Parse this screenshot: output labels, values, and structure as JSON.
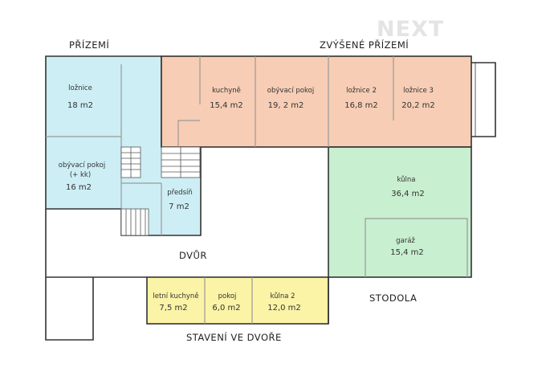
{
  "logo": {
    "text": "NEXT"
  },
  "labels": {
    "prizemi": "PŘÍZEMÍ",
    "zvysene": "ZVÝŠENÉ PŘÍZEMÍ",
    "dvur": "DVŮR",
    "stodola": "STODOLA",
    "staveni": "STAVENÍ VE DVOŘE"
  },
  "rooms": {
    "loznice": {
      "name": "ložnice",
      "area": "18 m2"
    },
    "obyvaci_kk": {
      "name": "obývací pokoj",
      "sub": "(+ kk)",
      "area": "16 m2"
    },
    "predsin": {
      "name": "předsíň",
      "area": "7 m2"
    },
    "kuchyne": {
      "name": "kuchyně",
      "area": "15,4 m2"
    },
    "obyvaci": {
      "name": "obývací pokoj",
      "area": "19, 2 m2"
    },
    "loznice2": {
      "name": "ložnice 2",
      "area": "16,8 m2"
    },
    "loznice3": {
      "name": "ložnice 3",
      "area": "20,2 m2"
    },
    "kulna": {
      "name": "kůlna",
      "area": "36,4 m2"
    },
    "garaz": {
      "name": "garáž",
      "area": "15,4 m2"
    },
    "letni": {
      "name": "letní kuchyně",
      "area": "7,5 m2"
    },
    "pokoj": {
      "name": "pokoj",
      "area": "6,0 m2"
    },
    "kulna2": {
      "name": "kůlna 2",
      "area": "12,0 m2"
    }
  },
  "colors": {
    "blue": "#cdeef5",
    "orange": "#f7cdb5",
    "green": "#c8efd0",
    "yellow": "#fbf3a6",
    "wall": "#333333"
  }
}
